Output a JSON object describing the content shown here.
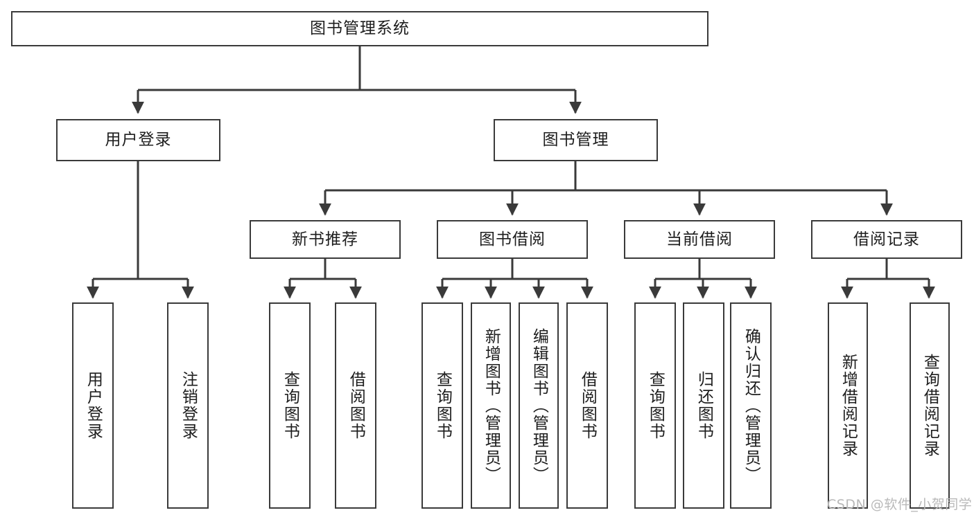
{
  "diagram": {
    "type": "tree-hierarchy",
    "title": "图书管理系统",
    "orientation": "top-down",
    "colors": {
      "box_border": "#3a3a3a",
      "box_fill": "#ffffff",
      "edge": "#3a3a3a",
      "text": "#1d1d1d",
      "watermark": "#b9b9b9",
      "background": "#ffffff"
    }
  },
  "root": {
    "label": "图书管理系统"
  },
  "level2": [
    {
      "label": "用户登录"
    },
    {
      "label": "图书管理"
    }
  ],
  "level3": [
    {
      "label": "新书推荐"
    },
    {
      "label": "图书借阅"
    },
    {
      "label": "当前借阅"
    },
    {
      "label": "借阅记录"
    }
  ],
  "leaves": {
    "user_login": [
      {
        "label": "用户登录"
      },
      {
        "label": "注销登录"
      }
    ],
    "new_book_recommend": [
      {
        "label": "查询图书"
      },
      {
        "label": "借阅图书"
      }
    ],
    "book_borrow": [
      {
        "label": "查询图书"
      },
      {
        "label": "新增图书（管理员）"
      },
      {
        "label": "编辑图书（管理员）"
      },
      {
        "label": "借阅图书"
      }
    ],
    "current_borrow": [
      {
        "label": "查询图书"
      },
      {
        "label": "归还图书"
      },
      {
        "label": "确认归还（管理员）"
      }
    ],
    "borrow_record": [
      {
        "label": "新增借阅记录"
      },
      {
        "label": "查询借阅记录"
      }
    ]
  },
  "watermark": {
    "text": "CSDN @软件_小贺同学"
  }
}
